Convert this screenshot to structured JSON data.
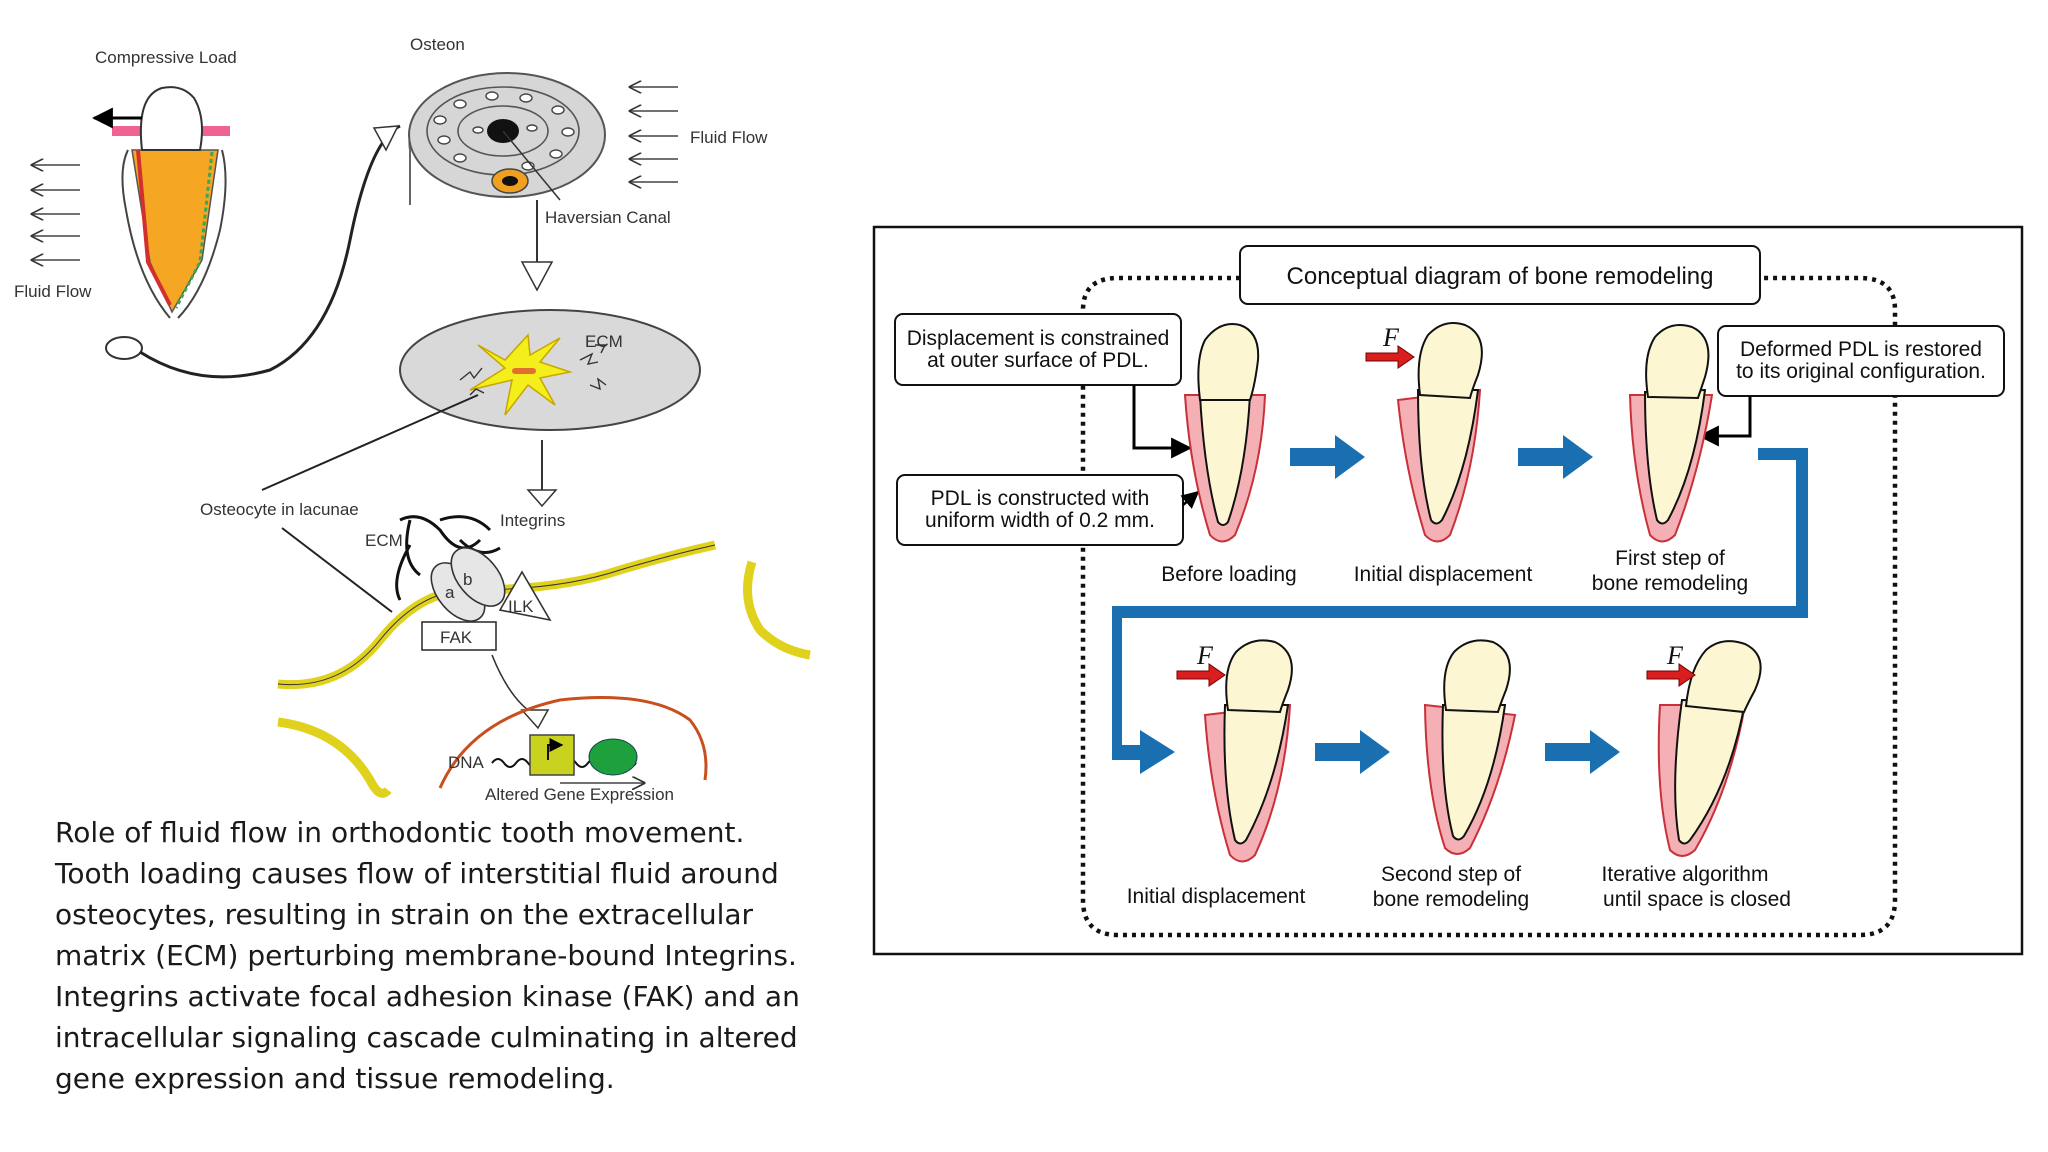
{
  "left_figure": {
    "labels": {
      "compressive_load": "Compressive Load",
      "osteon": "Osteon",
      "fluid_flow_right": "Fluid Flow",
      "fluid_flow_left": "Fluid Flow",
      "haversian_canal": "Haversian Canal",
      "ecm_top": "ECM",
      "osteocyte": "Osteocyte in lacunae",
      "ecm_mid": "ECM",
      "integrins": "Integrins",
      "a": "a",
      "b": "b",
      "ilk": "ILK",
      "fak": "FAK",
      "dna": "DNA",
      "altered_gene": "Altered Gene Expression"
    },
    "colors": {
      "pulp": "#f5a623",
      "yellow_membrane": "#e6d400",
      "pdl_pink": "#f06292",
      "nucleus": "#e07040",
      "green": "#1ea03c"
    }
  },
  "caption": {
    "lines": [
      "Role of fluid flow in orthodontic tooth movement.",
      "Tooth loading causes flow of interstitial fluid around",
      "osteocytes, resulting in strain on the extracellular",
      "matrix (ECM) perturbing membrane-bound Integrins.",
      "Integrins activate focal adhesion kinase (FAK) and an",
      "intracellular signaling cascade culminating in altered",
      "gene expression and tissue remodeling."
    ]
  },
  "right_figure": {
    "title": "Conceptual diagram of bone remodeling",
    "notes": {
      "displacement_1": "Displacement is constrained",
      "displacement_2": "at outer surface of PDL.",
      "pdl_1": "PDL is constructed with",
      "pdl_2": "uniform width of 0.2 mm.",
      "deformed_1": "Deformed PDL is restored",
      "deformed_2": "to its original configuration."
    },
    "steps": {
      "before_loading": "Before loading",
      "initial_displacement_top": "Initial displacement",
      "first_step_1": "First step of",
      "first_step_2": "bone remodeling",
      "initial_displacement_bottom": "Initial displacement",
      "second_step_1": "Second step of",
      "second_step_2": "bone remodeling",
      "iterative_1": "Iterative algorithm",
      "iterative_2": "until space is closed"
    },
    "force_label": "F",
    "colors": {
      "tooth": "#fdf6d2",
      "pdl": "#f4b0b4",
      "arrow_blue": "#1a6fb0",
      "force_red": "#d81e1e"
    }
  }
}
